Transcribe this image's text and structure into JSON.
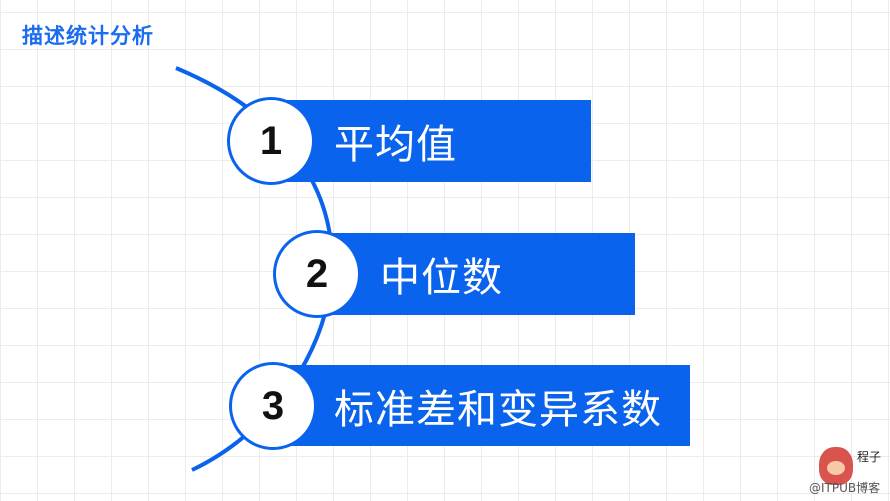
{
  "slide": {
    "title": "描述统计分析"
  },
  "items": [
    {
      "number": "1",
      "label": "平均值"
    },
    {
      "number": "2",
      "label": "中位数"
    },
    {
      "number": "3",
      "label": "标准差和变异系数"
    }
  ],
  "watermark": {
    "brand_small": "程子",
    "text": "@ITPUB博客"
  },
  "colors": {
    "accent": "#0a63ec",
    "title": "#1a6cf0",
    "number_text": "#111111",
    "grid": "#ececec"
  }
}
